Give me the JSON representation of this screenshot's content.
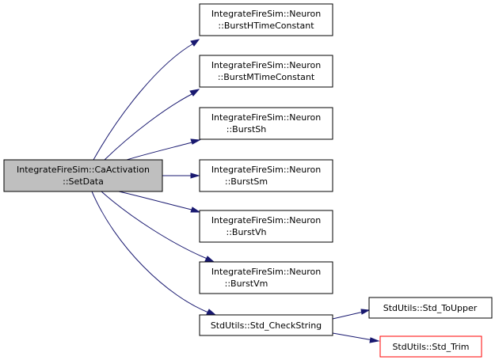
{
  "nodes": {
    "root": {
      "line1": "IntegrateFireSim::CaActivation",
      "line2": "::SetData"
    },
    "burst_h_tc": {
      "line1": "IntegrateFireSim::Neuron",
      "line2": "::BurstHTimeConstant"
    },
    "burst_m_tc": {
      "line1": "IntegrateFireSim::Neuron",
      "line2": "::BurstMTimeConstant"
    },
    "burst_sh": {
      "line1": "IntegrateFireSim::Neuron",
      "line2": "::BurstSh"
    },
    "burst_sm": {
      "line1": "IntegrateFireSim::Neuron",
      "line2": "::BurstSm"
    },
    "burst_vh": {
      "line1": "IntegrateFireSim::Neuron",
      "line2": "::BurstVh"
    },
    "burst_vm": {
      "line1": "IntegrateFireSim::Neuron",
      "line2": "::BurstVm"
    },
    "check_string": {
      "line1": "StdUtils::Std_CheckString"
    },
    "to_upper": {
      "line1": "StdUtils::Std_ToUpper"
    },
    "trim": {
      "line1": "StdUtils::Std_Trim"
    }
  },
  "colors": {
    "edge": "#191970",
    "root_fill": "#bfbfbf",
    "highlight_border": "#ff0000"
  }
}
